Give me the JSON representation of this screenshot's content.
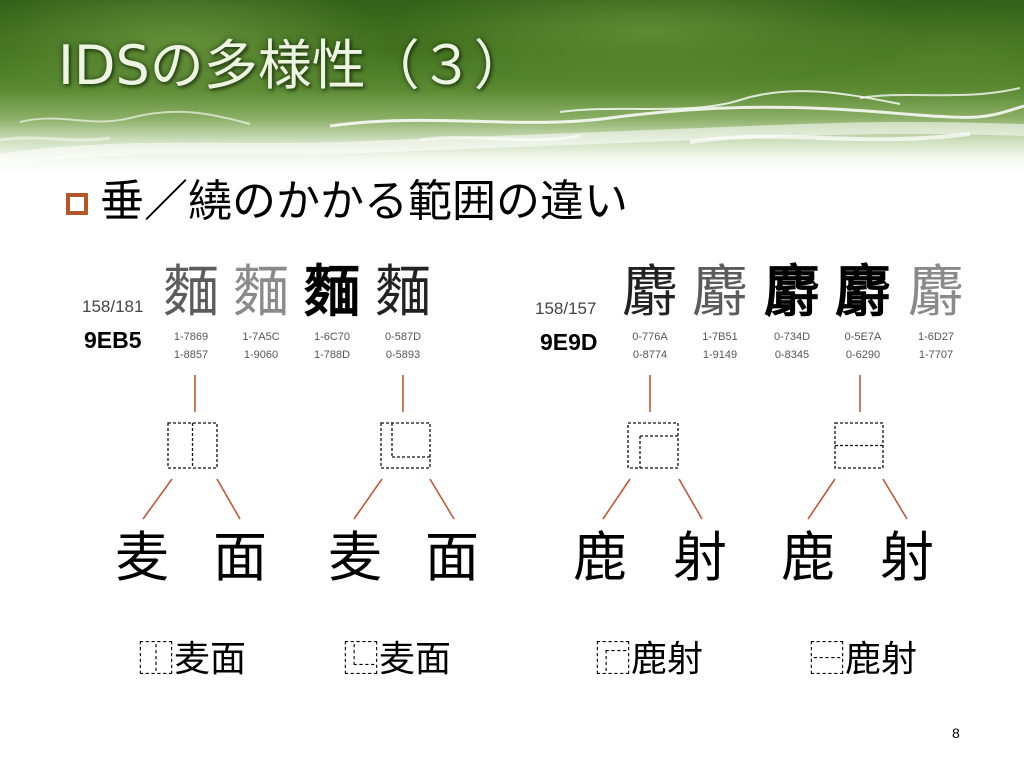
{
  "slide": {
    "title": "IDSの多様性（３）",
    "bullet": "垂／繞のかかる範囲の違い",
    "page_number": "8"
  },
  "theme": {
    "banner_green": "#43731f",
    "bullet_color": "#b5562a",
    "connector_color": "#c0583a",
    "bullet_icon": "hollow-square-icon"
  },
  "groups": [
    {
      "count": "158/181",
      "codepoint": "9EB5",
      "glyph": "麵",
      "variants": [
        {
          "codes": [
            "1-7869",
            "1-8857"
          ]
        },
        {
          "codes": [
            "1-7A5C",
            "1-9060"
          ]
        },
        {
          "codes": [
            "1-6C70",
            "1-788D"
          ]
        },
        {
          "codes": [
            "0-587D",
            "0-5893"
          ]
        }
      ],
      "trees": [
        {
          "operator_icon": "idc-left-right-icon",
          "components": [
            "麦",
            "面"
          ],
          "ids": "⿰麦面"
        },
        {
          "operator_icon": "idc-surround-lower-left-icon",
          "components": [
            "麦",
            "面"
          ],
          "ids": "⿺麦面"
        }
      ]
    },
    {
      "count": "158/157",
      "codepoint": "9E9D",
      "glyph": "麝",
      "variants": [
        {
          "codes": [
            "0-776A",
            "0-8774"
          ]
        },
        {
          "codes": [
            "1-7B51",
            "1-9149"
          ]
        },
        {
          "codes": [
            "0-734D",
            "0-8345"
          ]
        },
        {
          "codes": [
            "0-5E7A",
            "0-6290"
          ]
        },
        {
          "codes": [
            "1-6D27",
            "1-7707"
          ]
        }
      ],
      "trees": [
        {
          "operator_icon": "idc-surround-upper-left-icon",
          "components": [
            "鹿",
            "射"
          ],
          "ids": "⿸鹿射"
        },
        {
          "operator_icon": "idc-above-below-icon",
          "components": [
            "鹿",
            "射"
          ],
          "ids": "⿱鹿射"
        }
      ]
    }
  ]
}
